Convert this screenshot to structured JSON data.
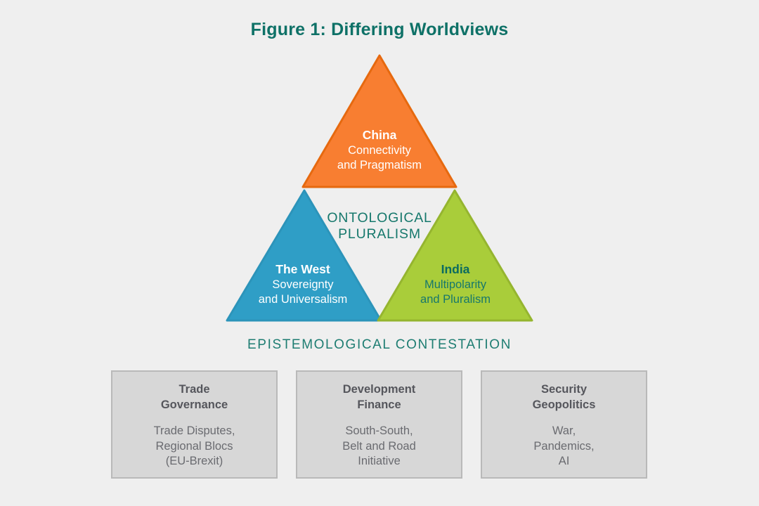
{
  "title": "Figure 1: Differing Worldviews",
  "pyramid": {
    "china": {
      "name": "China",
      "body": [
        "Connectivity",
        "and Pragmatism"
      ]
    },
    "west": {
      "name": "The West",
      "body": [
        "Sovereignty",
        "and Universalism"
      ]
    },
    "india": {
      "name": "India",
      "body": [
        "Multipolarity",
        "and Pluralism"
      ]
    },
    "center": {
      "lines": [
        "ONTOLOGICAL",
        "PLURALISM"
      ]
    }
  },
  "bottom_label": "EPISTEMOLOGICAL CONTESTATION",
  "boxes": [
    {
      "title": [
        "Trade",
        "Governance"
      ],
      "body": [
        "Trade Disputes,",
        "Regional Blocs",
        "(EU-Brexit)"
      ]
    },
    {
      "title": [
        "Development",
        "Finance"
      ],
      "body": [
        "South-South,",
        "Belt and Road",
        "Initiative"
      ]
    },
    {
      "title": [
        "Security",
        "Geopolitics"
      ],
      "body": [
        "War,",
        "Pandemics,",
        "AI"
      ]
    }
  ],
  "colors": {
    "background": "#EFEFEF",
    "title_teal": "#0E7167",
    "china_fill": "#F87E31",
    "china_border": "#E6690F",
    "west_fill": "#2F9EC6",
    "west_border": "#2C94BA",
    "india_fill": "#A9CD3A",
    "india_border": "#95B52F",
    "box_fill": "#D7D7D7",
    "box_border": "#B9B9B9"
  }
}
